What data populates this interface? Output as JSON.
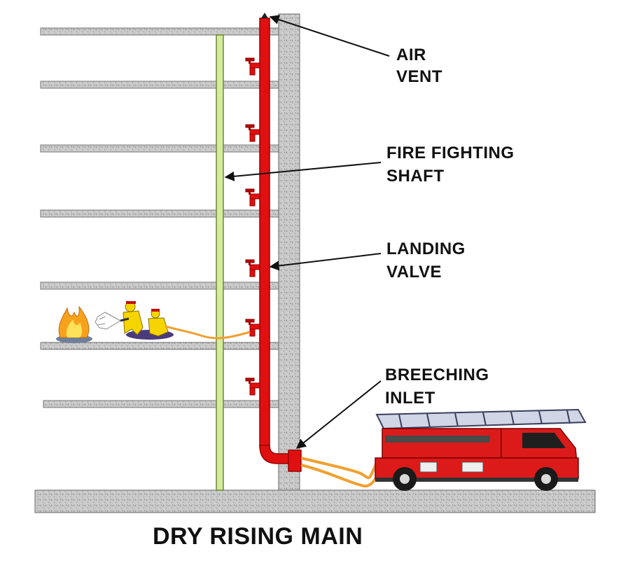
{
  "title": "DRY RISING MAIN",
  "labels": {
    "air_vent": [
      "AIR",
      "VENT"
    ],
    "shaft": [
      "FIRE FIGHTING",
      "SHAFT"
    ],
    "landing_valve": [
      "LANDING",
      "VALVE"
    ],
    "breeching_inlet": [
      "BREECHING",
      "INLET"
    ]
  },
  "colors": {
    "riser": "#e01010",
    "riser_dark": "#9a0000",
    "shaft": "#d6eaa0",
    "concrete": "#c9c9c9",
    "hose": "#f0a030",
    "truck": "#dd1a1a",
    "flame": "#f7a21b",
    "firefighter": "#f5d400"
  },
  "icons": [
    "air-vent-icon",
    "landing-valve-icon",
    "flame-icon",
    "firefighter-icon",
    "fire-engine-icon",
    "ladder-icon"
  ]
}
